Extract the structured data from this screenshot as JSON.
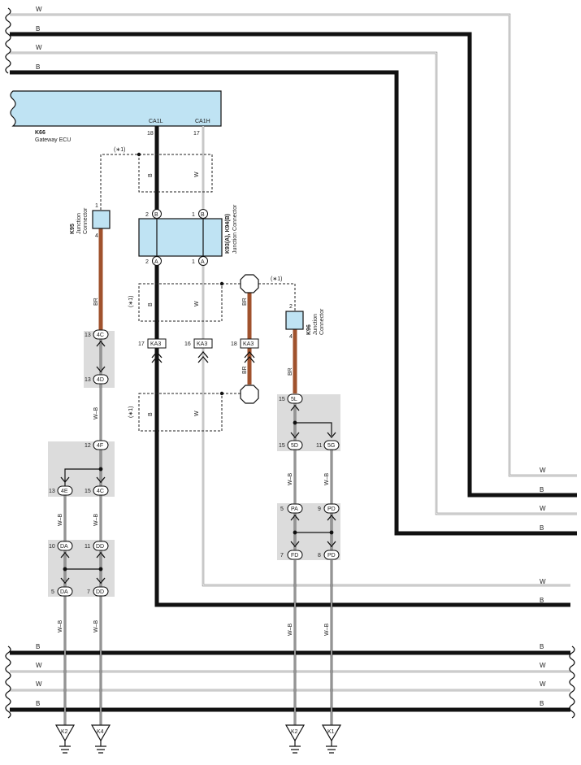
{
  "wire_labels": {
    "W": "W",
    "B": "B",
    "BR": "BR",
    "WB": "W–B",
    "note": "(∗1)"
  },
  "ecu": {
    "code": "K66",
    "name": "Gateway ECU",
    "terminal_l": "CA1L",
    "terminal_h": "CA1H",
    "pin_l": "18",
    "pin_h": "17"
  },
  "k95": {
    "code": "K95",
    "name1": "Junction",
    "name2": "Connector",
    "pin_top": "1",
    "pin_bottom": "4"
  },
  "k93": {
    "code": "K93(A), K94(B)",
    "name": "Junction Connector",
    "pin_b_left": "2",
    "pin_b_right": "1",
    "pin_a_left": "2",
    "pin_a_right": "1",
    "letter_b": "B",
    "letter_a": "A"
  },
  "k96": {
    "code": "K96",
    "name1": "Junction",
    "name2": "Connector",
    "pin_top": "2",
    "pin_bottom": "4"
  },
  "ka3": {
    "name": "KA3",
    "pins": [
      "17",
      "16",
      "18"
    ]
  },
  "splices_left": {
    "c4C_top": {
      "pin": "13",
      "name": "4C"
    },
    "c4D": {
      "pin": "13",
      "name": "4D"
    },
    "c4F": {
      "pin": "12",
      "name": "4F"
    },
    "c4E": {
      "pin": "13",
      "name": "4E"
    },
    "c4C_bot": {
      "pin": "15",
      "name": "4C"
    },
    "cDA_top": {
      "pin": "10",
      "name": "DA"
    },
    "cDD_top": {
      "pin": "11",
      "name": "DD"
    },
    "cDA_bot": {
      "pin": "5",
      "name": "DA"
    },
    "cDD_bot": {
      "pin": "7",
      "name": "DD"
    }
  },
  "splices_right": {
    "c5L": {
      "pin": "15",
      "name": "5L"
    },
    "c5D": {
      "pin": "15",
      "name": "5D"
    },
    "c5G": {
      "pin": "11",
      "name": "5G"
    },
    "cPA": {
      "pin": "5",
      "name": "PA"
    },
    "cPD_top": {
      "pin": "9",
      "name": "PD"
    },
    "cFD": {
      "pin": "7",
      "name": "FD"
    },
    "cPD_bot": {
      "pin": "8",
      "name": "PD"
    }
  },
  "grounds": [
    "K2",
    "K4",
    "K2",
    "K1"
  ]
}
